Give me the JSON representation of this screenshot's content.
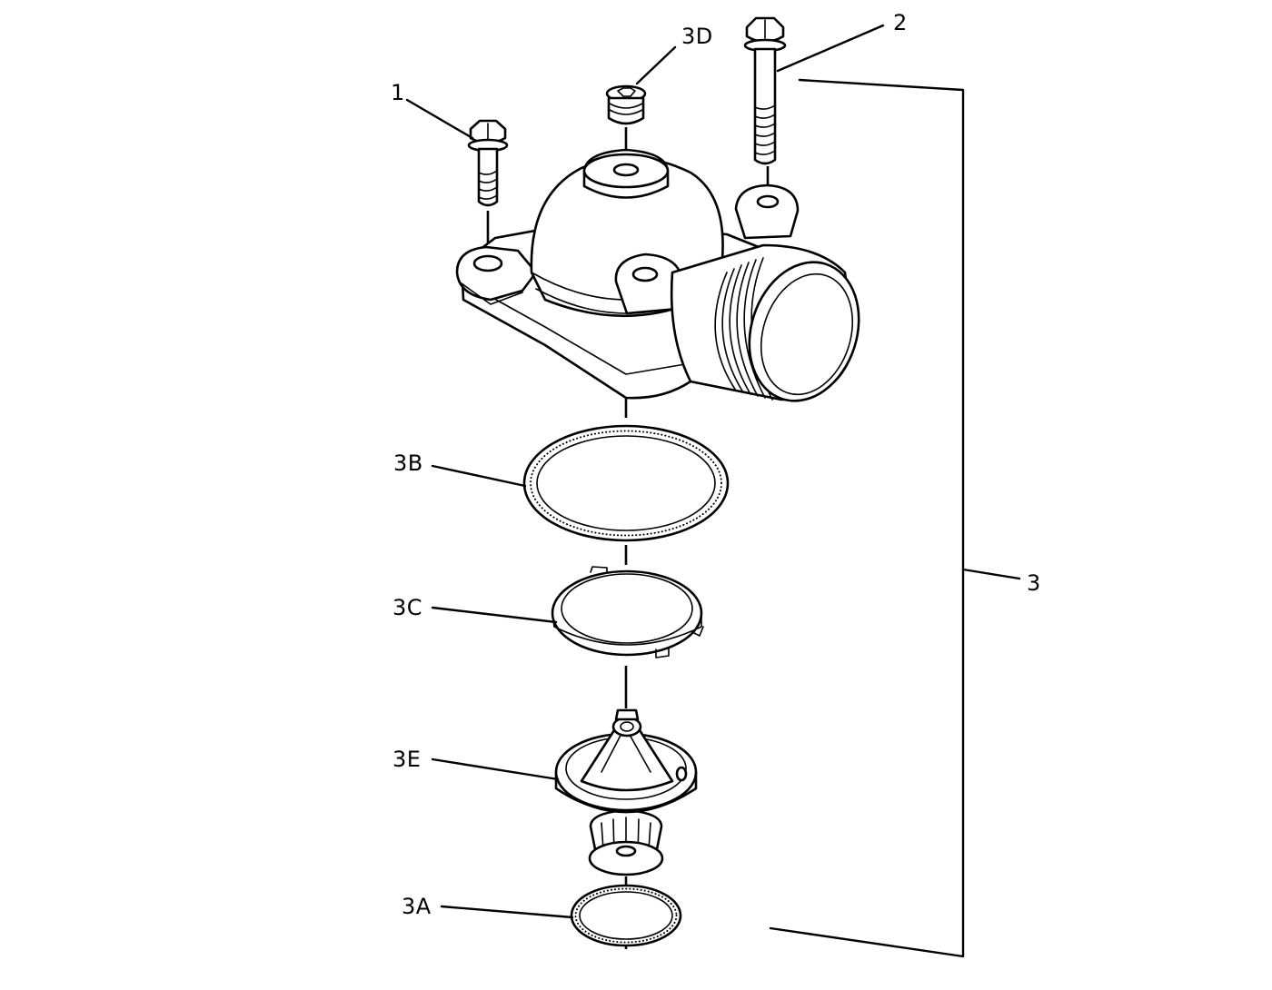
{
  "diagram": {
    "callouts": [
      {
        "id": "c1",
        "label": "1"
      },
      {
        "id": "c2",
        "label": "2"
      },
      {
        "id": "c3",
        "label": "3"
      },
      {
        "id": "c3A",
        "label": "3A"
      },
      {
        "id": "c3B",
        "label": "3B"
      },
      {
        "id": "c3C",
        "label": "3C"
      },
      {
        "id": "c3D",
        "label": "3D"
      },
      {
        "id": "c3E",
        "label": "3E"
      }
    ],
    "parts": [
      {
        "id": "bolt-short",
        "callout": "1"
      },
      {
        "id": "bolt-long",
        "callout": "2"
      },
      {
        "id": "thermostat-housing-group",
        "callout": "3"
      },
      {
        "id": "seal-small",
        "callout": "3A"
      },
      {
        "id": "gasket",
        "callout": "3B"
      },
      {
        "id": "retaining-ring",
        "callout": "3C"
      },
      {
        "id": "plug",
        "callout": "3D"
      },
      {
        "id": "thermostat",
        "callout": "3E"
      }
    ],
    "colors": {
      "ink": "#000000",
      "background": "#ffffff"
    }
  }
}
